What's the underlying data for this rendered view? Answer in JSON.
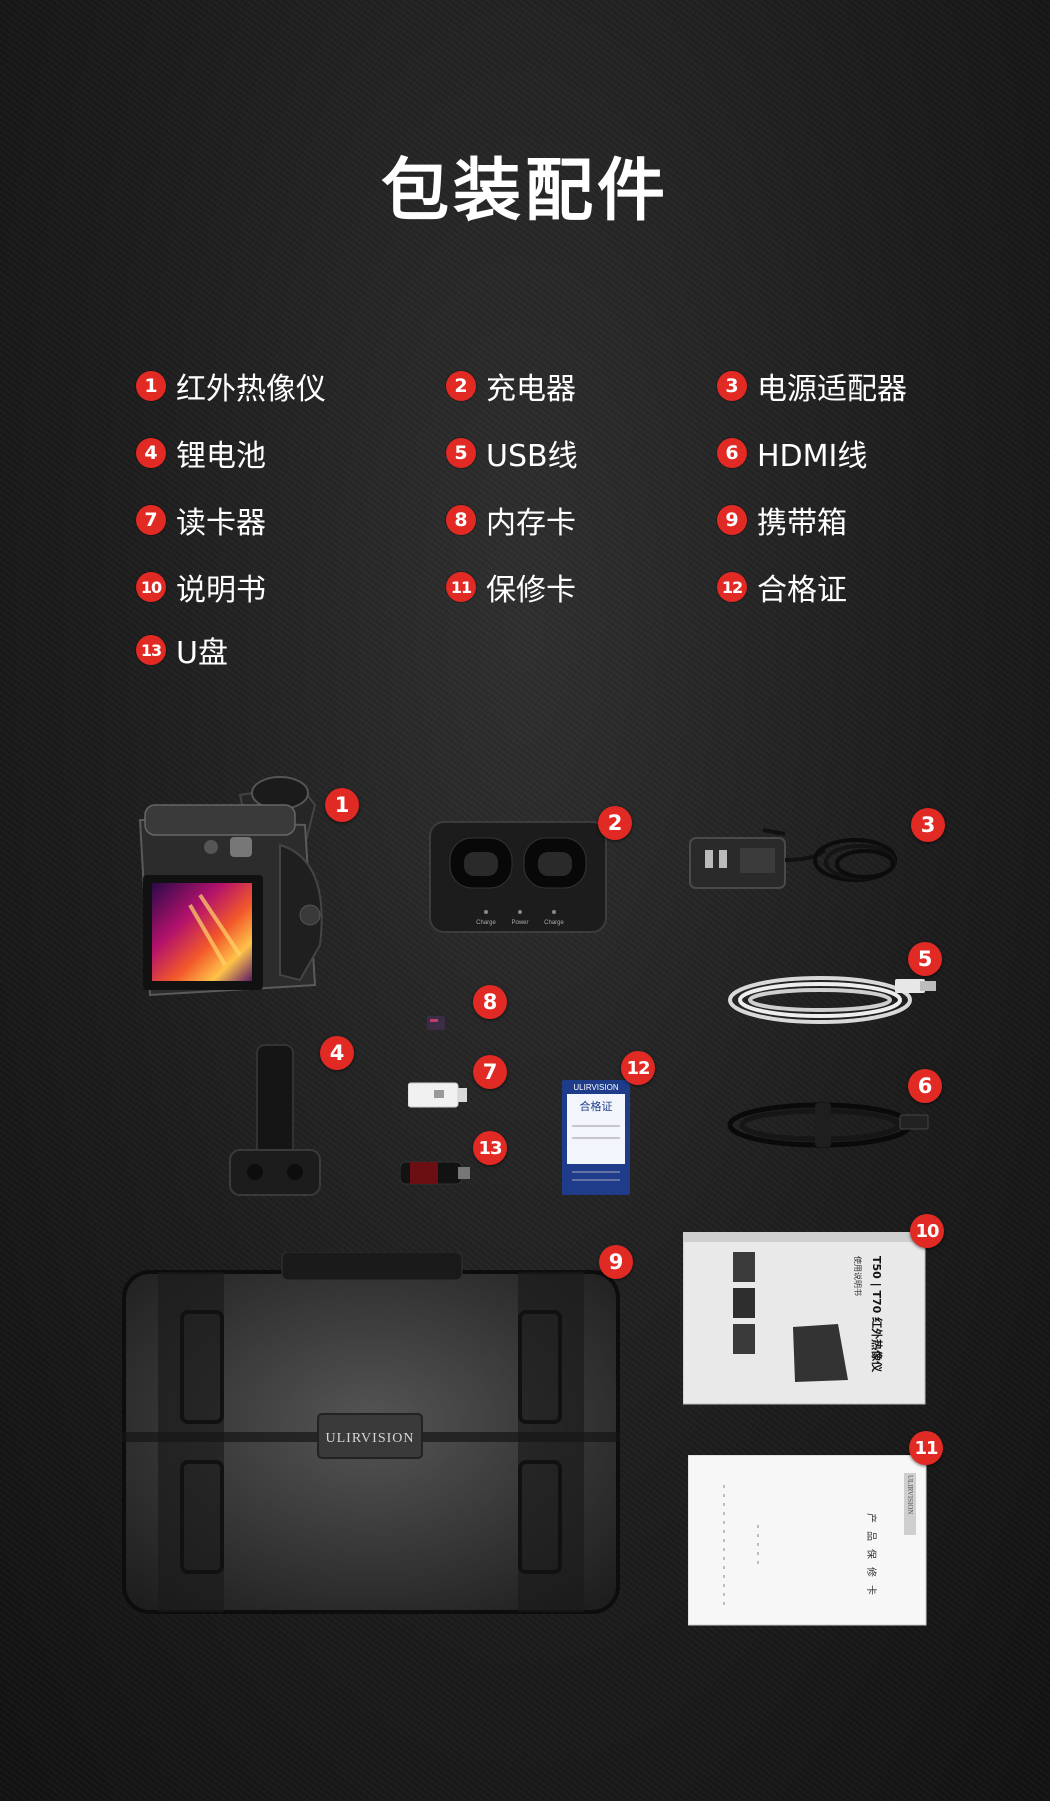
{
  "title": "包装配件",
  "accessories": [
    {
      "num": "1",
      "label": "红外热像仪"
    },
    {
      "num": "2",
      "label": "充电器"
    },
    {
      "num": "3",
      "label": "电源适配器"
    },
    {
      "num": "4",
      "label": "锂电池"
    },
    {
      "num": "5",
      "label": "USB线"
    },
    {
      "num": "6",
      "label": "HDMI线"
    },
    {
      "num": "7",
      "label": "读卡器"
    },
    {
      "num": "8",
      "label": "内存卡"
    },
    {
      "num": "9",
      "label": "携带箱"
    },
    {
      "num": "10",
      "label": "说明书"
    },
    {
      "num": "11",
      "label": "保修卡"
    },
    {
      "num": "12",
      "label": "合格证"
    },
    {
      "num": "13",
      "label": "U盘"
    }
  ],
  "products": {
    "case_brand": "ULIRVISION",
    "certificate_brand": "ULIRVISION",
    "certificate_title": "合格证",
    "manual_title": "T50 | T70 红外热像仪",
    "manual_subtitle": "使用说明书",
    "warranty_title": "产品保修卡",
    "warranty_brand": "ULIRVISION",
    "charger_labels": [
      "Charge",
      "Power",
      "Charge"
    ]
  },
  "colors": {
    "badge": "#e22a25",
    "text": "#ffffff"
  }
}
